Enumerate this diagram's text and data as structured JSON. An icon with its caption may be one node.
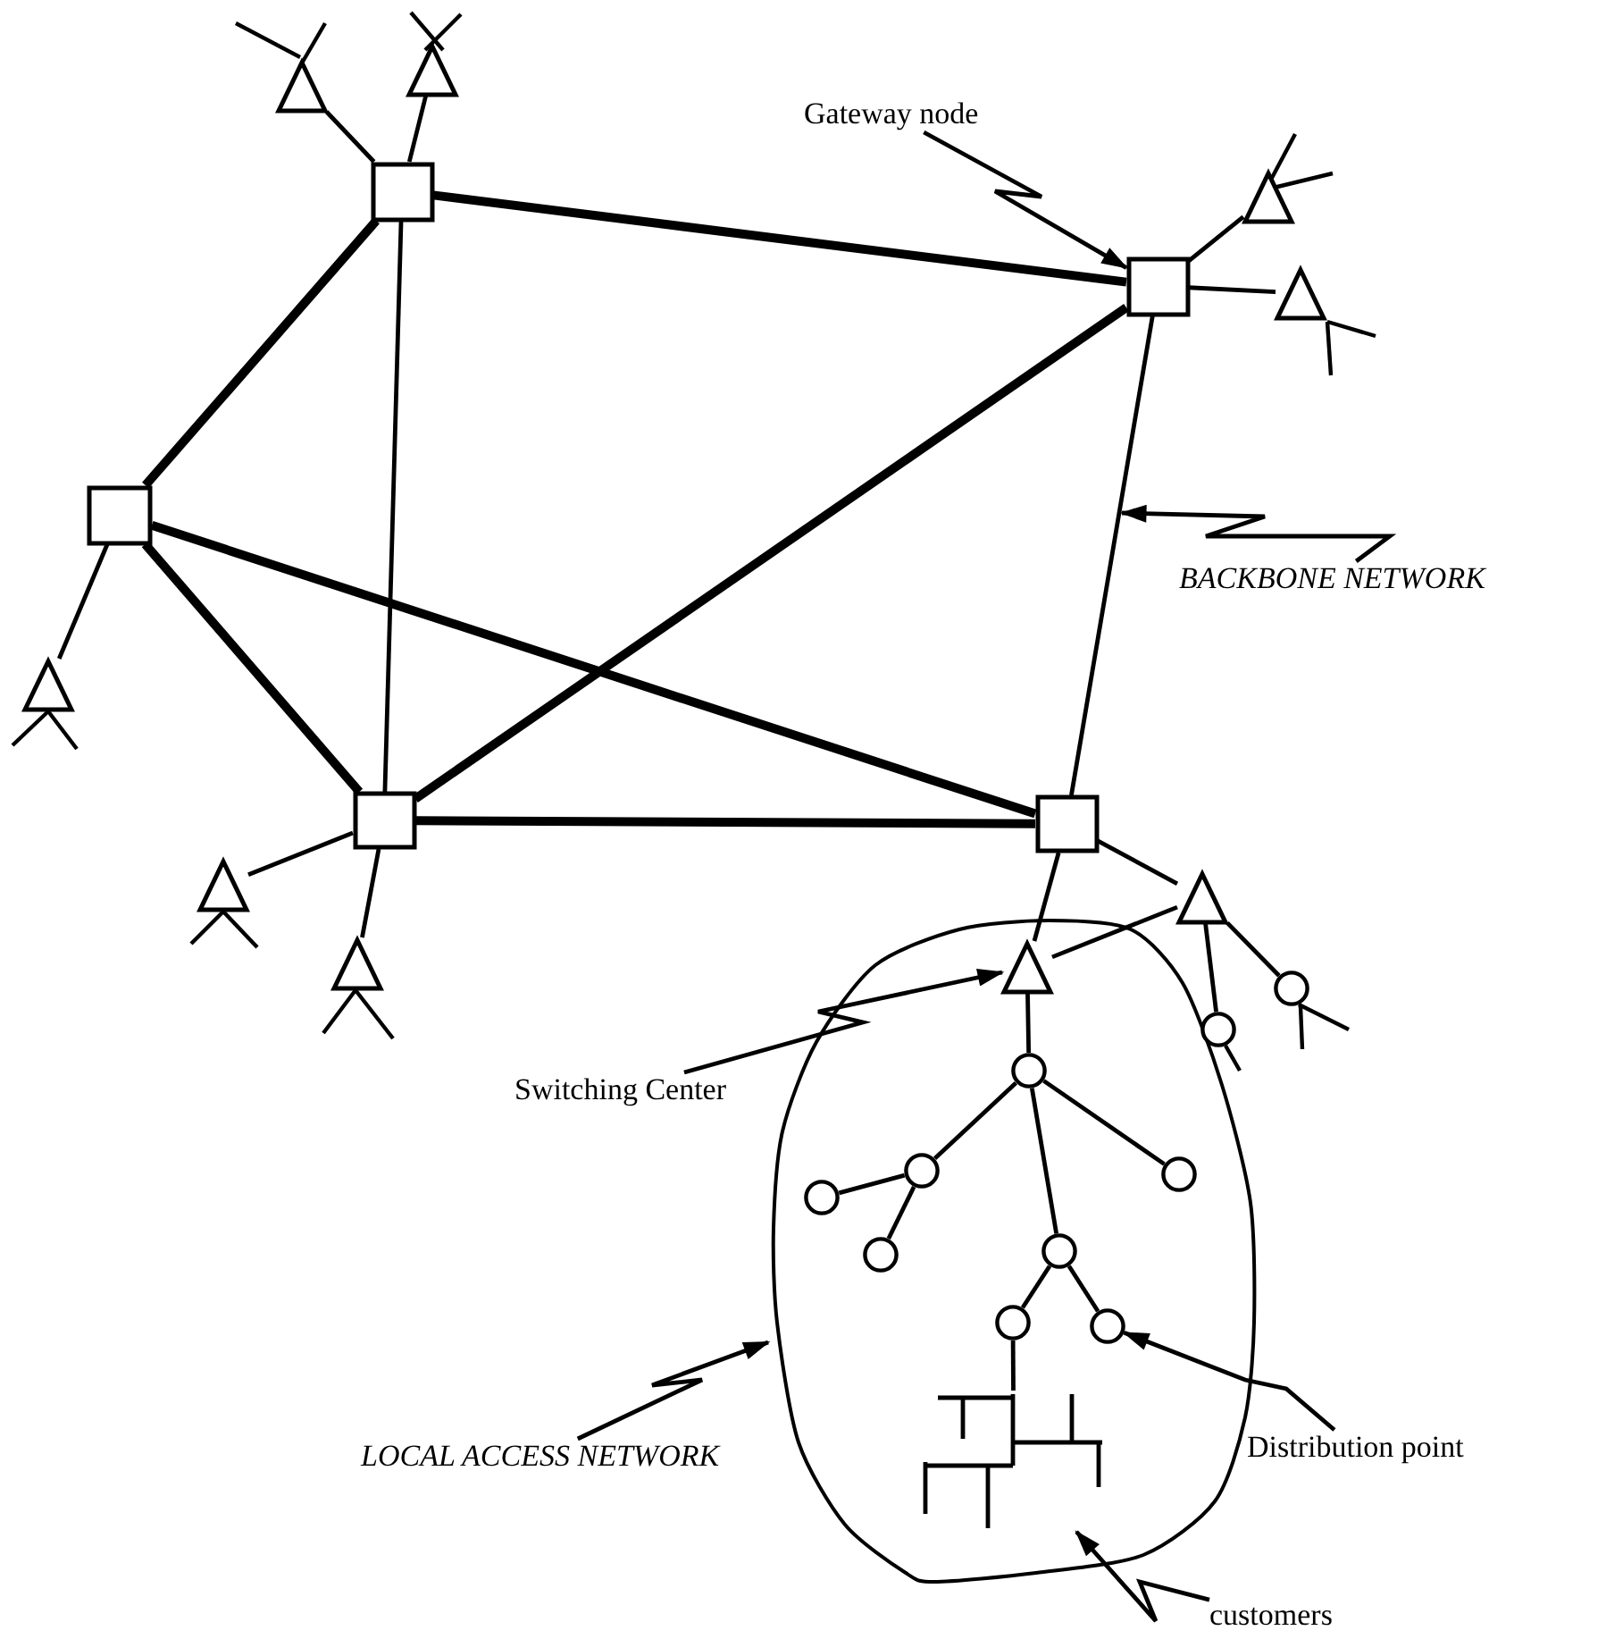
{
  "diagram": {
    "nodes": [
      {
        "text": [],
        "shape": "box"
      },
      {
        "text": [],
        "shape": "triangle"
      },
      {
        "text": [],
        "shape": "triangle"
      },
      {
        "text": [
          "Gateway node"
        ]
      },
      {
        "text": [],
        "shape": "box"
      },
      {
        "text": [],
        "shape": "triangle"
      },
      {
        "text": [],
        "shape": "triangle"
      },
      {
        "text": [],
        "shape": "box"
      },
      {
        "text": [
          "BACKBONE NETWORK"
        ]
      },
      {
        "text": [],
        "shape": "triangle"
      },
      {
        "text": [],
        "shape": "box"
      },
      {
        "text": [],
        "shape": "box"
      },
      {
        "text": [],
        "shape": "triangle"
      },
      {
        "text": [],
        "shape": "triangle"
      },
      {
        "text": [],
        "shape": "triangle"
      },
      {
        "text": [],
        "shape": "outline"
      },
      {
        "text": [],
        "shape": "triangle",
        "in": 15
      },
      {
        "text": [
          "Switching Center"
        ]
      },
      {
        "text": [],
        "shape": "circle",
        "in": 15
      },
      {
        "text": [],
        "shape": "circle",
        "in": 15
      },
      {
        "text": [],
        "shape": "circle",
        "in": 15
      },
      {
        "text": [],
        "shape": "circle",
        "in": 15
      },
      {
        "text": [],
        "shape": "circle"
      },
      {
        "text": [],
        "shape": "circle"
      },
      {
        "text": [],
        "shape": "circle",
        "in": 15
      },
      {
        "text": [],
        "shape": "circle",
        "in": 15
      },
      {
        "text": [],
        "shape": "circle",
        "in": 15
      },
      {
        "text": [],
        "shape": "circle",
        "in": 15
      },
      {
        "text": [],
        "shape": "picture",
        "in": 15
      },
      {
        "text": [
          "LOCAL ACCESS NETWORK"
        ]
      },
      {
        "text": [
          "Distribution point"
        ]
      },
      {
        "text": [
          "customers"
        ]
      }
    ],
    "edges": [
      {
        "from": 0,
        "to": 1,
        "arrow": "none"
      },
      {
        "from": 0,
        "to": 2,
        "arrow": "none"
      },
      {
        "from": 0,
        "to": 4,
        "arrow": "none",
        "style": "thick"
      },
      {
        "from": 0,
        "to": 7,
        "arrow": "none",
        "style": "thick"
      },
      {
        "from": 0,
        "to": 10,
        "arrow": "none"
      },
      {
        "from": 3,
        "to": 4,
        "arrow": "to"
      },
      {
        "from": 4,
        "to": 5,
        "arrow": "none"
      },
      {
        "from": 4,
        "to": 6,
        "arrow": "none"
      },
      {
        "from": 4,
        "to": 10,
        "arrow": "none",
        "style": "thick"
      },
      {
        "from": 4,
        "to": 11,
        "arrow": "none"
      },
      {
        "from": 8,
        "to": null,
        "arrow": "to"
      },
      {
        "from": 7,
        "to": 9,
        "arrow": "none"
      },
      {
        "from": 7,
        "to": 10,
        "arrow": "none",
        "style": "thick"
      },
      {
        "from": 7,
        "to": 11,
        "arrow": "none",
        "style": "thick"
      },
      {
        "from": 10,
        "to": 11,
        "arrow": "none",
        "style": "thick"
      },
      {
        "from": 10,
        "to": 12,
        "arrow": "none"
      },
      {
        "from": 10,
        "to": 13,
        "arrow": "none"
      },
      {
        "from": 11,
        "to": 14,
        "arrow": "none"
      },
      {
        "from": 11,
        "to": 16,
        "arrow": "none"
      },
      {
        "from": 16,
        "to": 14,
        "arrow": "none"
      },
      {
        "from": 14,
        "to": 22,
        "arrow": "none"
      },
      {
        "from": 14,
        "to": 23,
        "arrow": "none"
      },
      {
        "from": 17,
        "to": 16,
        "arrow": "to"
      },
      {
        "from": 16,
        "to": 18,
        "arrow": "none"
      },
      {
        "from": 18,
        "to": 19,
        "arrow": "none"
      },
      {
        "from": 18,
        "to": 21,
        "arrow": "none"
      },
      {
        "from": 18,
        "to": 25,
        "arrow": "none"
      },
      {
        "from": 19,
        "to": 20,
        "arrow": "none"
      },
      {
        "from": 19,
        "to": 24,
        "arrow": "none"
      },
      {
        "from": 25,
        "to": 26,
        "arrow": "none"
      },
      {
        "from": 25,
        "to": 27,
        "arrow": "none"
      },
      {
        "from": 26,
        "to": 28,
        "arrow": "none"
      },
      {
        "from": 29,
        "to": 15,
        "arrow": "to"
      },
      {
        "from": 30,
        "to": 27,
        "arrow": "to"
      },
      {
        "from": 31,
        "to": 28,
        "arrow": "to"
      }
    ]
  }
}
